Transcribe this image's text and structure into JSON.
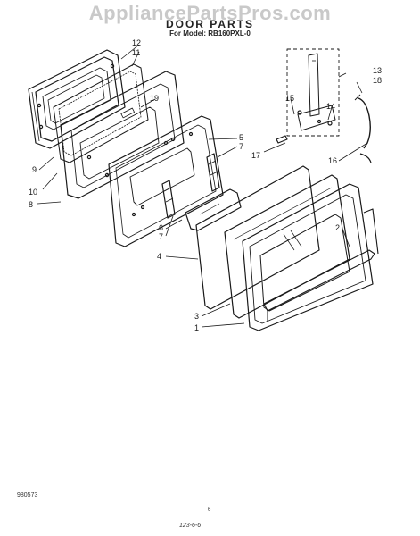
{
  "watermark": "AppliancePartsPros.com",
  "title": "DOOR PARTS",
  "subtitle": "For Model: RB160PXL-0",
  "footer": {
    "code": "980573",
    "page": "6",
    "handwritten": "123-6-6"
  },
  "callouts": {
    "c1": "1",
    "c2": "2",
    "c3": "3",
    "c4": "4",
    "c5": "5",
    "c6": "6",
    "c7a": "7",
    "c7b": "7",
    "c8": "8",
    "c9": "9",
    "c10": "10",
    "c11": "11",
    "c12": "12",
    "c13": "13",
    "c14": "14",
    "c15": "15",
    "c16": "16",
    "c17": "17",
    "c18": "18",
    "c19": "19"
  }
}
